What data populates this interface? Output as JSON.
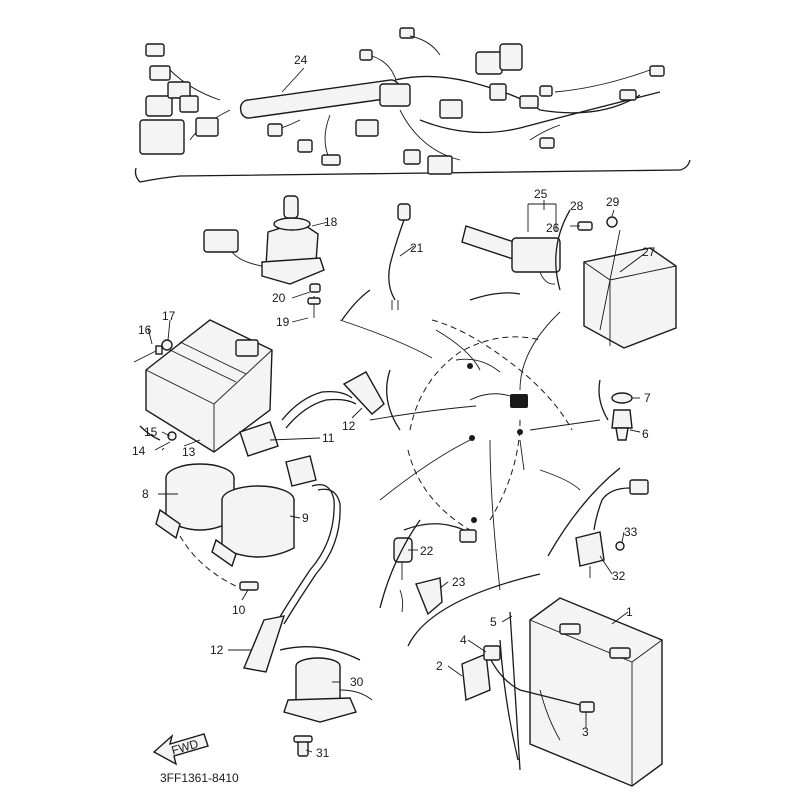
{
  "diagram": {
    "part_number_code": "3FF1361-8410",
    "fwd_label": "FWD",
    "callouts": [
      {
        "id": "1",
        "label": "1"
      },
      {
        "id": "2",
        "label": "2"
      },
      {
        "id": "3",
        "label": "3"
      },
      {
        "id": "4",
        "label": "4"
      },
      {
        "id": "5",
        "label": "5"
      },
      {
        "id": "6",
        "label": "6"
      },
      {
        "id": "7",
        "label": "7"
      },
      {
        "id": "8",
        "label": "8"
      },
      {
        "id": "9",
        "label": "9"
      },
      {
        "id": "10",
        "label": "10"
      },
      {
        "id": "11",
        "label": "11"
      },
      {
        "id": "12a",
        "label": "12"
      },
      {
        "id": "12b",
        "label": "12"
      },
      {
        "id": "13",
        "label": "13"
      },
      {
        "id": "14",
        "label": "14"
      },
      {
        "id": "15",
        "label": "15"
      },
      {
        "id": "16",
        "label": "16"
      },
      {
        "id": "17",
        "label": "17"
      },
      {
        "id": "18",
        "label": "18"
      },
      {
        "id": "19",
        "label": "19"
      },
      {
        "id": "20",
        "label": "20"
      },
      {
        "id": "21",
        "label": "21"
      },
      {
        "id": "22",
        "label": "22"
      },
      {
        "id": "23",
        "label": "23"
      },
      {
        "id": "24",
        "label": "24"
      },
      {
        "id": "25",
        "label": "25"
      },
      {
        "id": "26",
        "label": "26"
      },
      {
        "id": "27",
        "label": "27"
      },
      {
        "id": "28",
        "label": "28"
      },
      {
        "id": "29",
        "label": "29"
      },
      {
        "id": "30",
        "label": "30"
      },
      {
        "id": "31",
        "label": "31"
      },
      {
        "id": "32",
        "label": "32"
      },
      {
        "id": "33",
        "label": "33"
      }
    ]
  }
}
